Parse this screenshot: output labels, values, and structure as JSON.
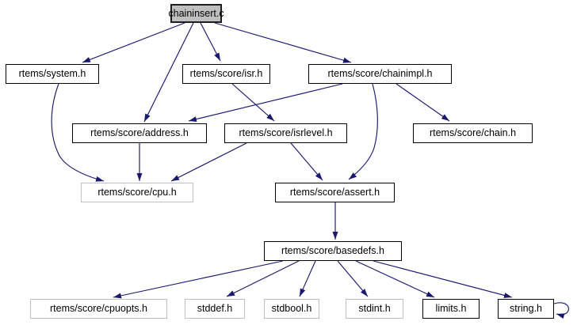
{
  "diagram": {
    "type": "include-dependency-graph",
    "root_file": "chaininsert.c",
    "colors": {
      "edge": "#191970",
      "root_fill": "#bfbfbf",
      "node_fill": "#ffffff",
      "linked_border": "#000000",
      "plain_border": "#c0c0c0"
    },
    "nodes": {
      "chaininsert_c": {
        "label": "chaininsert.c",
        "kind": "root"
      },
      "system_h": {
        "label": "rtems/system.h",
        "kind": "linked"
      },
      "isr_h": {
        "label": "rtems/score/isr.h",
        "kind": "linked"
      },
      "chainimpl_h": {
        "label": "rtems/score/chainimpl.h",
        "kind": "linked"
      },
      "address_h": {
        "label": "rtems/score/address.h",
        "kind": "linked"
      },
      "isrlevel_h": {
        "label": "rtems/score/isrlevel.h",
        "kind": "linked"
      },
      "chain_h": {
        "label": "rtems/score/chain.h",
        "kind": "linked"
      },
      "cpu_h": {
        "label": "rtems/score/cpu.h",
        "kind": "plain"
      },
      "assert_h": {
        "label": "rtems/score/assert.h",
        "kind": "linked"
      },
      "basedefs_h": {
        "label": "rtems/score/basedefs.h",
        "kind": "linked"
      },
      "cpuopts_h": {
        "label": "rtems/score/cpuopts.h",
        "kind": "plain"
      },
      "stddef_h": {
        "label": "stddef.h",
        "kind": "plain"
      },
      "stdbool_h": {
        "label": "stdbool.h",
        "kind": "plain"
      },
      "stdint_h": {
        "label": "stdint.h",
        "kind": "plain"
      },
      "limits_h": {
        "label": "limits.h",
        "kind": "linked"
      },
      "string_h": {
        "label": "string.h",
        "kind": "linked"
      }
    },
    "edges": [
      {
        "from": "chaininsert_c",
        "to": "system_h"
      },
      {
        "from": "chaininsert_c",
        "to": "isr_h"
      },
      {
        "from": "chaininsert_c",
        "to": "chainimpl_h"
      },
      {
        "from": "chaininsert_c",
        "to": "address_h"
      },
      {
        "from": "system_h",
        "to": "cpu_h"
      },
      {
        "from": "isr_h",
        "to": "isrlevel_h"
      },
      {
        "from": "chainimpl_h",
        "to": "address_h"
      },
      {
        "from": "chainimpl_h",
        "to": "chain_h"
      },
      {
        "from": "chainimpl_h",
        "to": "assert_h"
      },
      {
        "from": "address_h",
        "to": "cpu_h"
      },
      {
        "from": "isrlevel_h",
        "to": "cpu_h"
      },
      {
        "from": "isrlevel_h",
        "to": "assert_h"
      },
      {
        "from": "assert_h",
        "to": "basedefs_h"
      },
      {
        "from": "basedefs_h",
        "to": "cpuopts_h"
      },
      {
        "from": "basedefs_h",
        "to": "stddef_h"
      },
      {
        "from": "basedefs_h",
        "to": "stdbool_h"
      },
      {
        "from": "basedefs_h",
        "to": "stdint_h"
      },
      {
        "from": "basedefs_h",
        "to": "limits_h"
      },
      {
        "from": "basedefs_h",
        "to": "string_h"
      },
      {
        "from": "string_h",
        "to": "string_h"
      }
    ]
  }
}
